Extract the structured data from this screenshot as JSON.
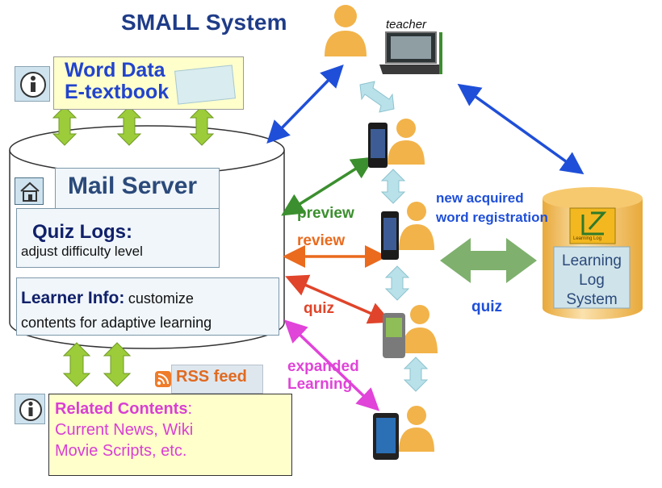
{
  "title": "SMALL System",
  "teacher_label": "teacher",
  "word_data": {
    "line1": "Word Data",
    "line2": "E-textbook"
  },
  "mail_server": "Mail Server",
  "quiz_logs": {
    "title": "Quiz Logs:",
    "desc": "adjust difficulty level"
  },
  "learner_info": {
    "title": "Learner Info:",
    "desc1": "customize",
    "desc2": "contents for adaptive learning"
  },
  "rss": "RSS feed",
  "related": {
    "title": "Related Contents",
    "colon": ":",
    "line2": "Current News, Wiki",
    "line3": "Movie Scripts, etc."
  },
  "arrow_labels": {
    "preview": "preview",
    "review": "review",
    "quiz_left": "quiz",
    "expanded1": "expanded",
    "expanded2": "Learning",
    "new_acquired1": "new acquired",
    "new_acquired2": "word registration",
    "quiz_right": "quiz"
  },
  "lls": {
    "line1": "Learning",
    "line2": "Log",
    "line3": "System",
    "logo_text": "Learning Log"
  },
  "colors": {
    "title_blue": "#1f3c88",
    "blue_arrow": "#1f4fd8",
    "green_arrow": "#3b8f2e",
    "orange_arrow": "#ea6a1e",
    "red_arrow": "#e0442a",
    "magenta_arrow": "#e044d8",
    "person": "#f2b34a",
    "lime": "#9ccc3a",
    "light_blue": "#b9e1ea",
    "sage": "#7fb06e"
  }
}
